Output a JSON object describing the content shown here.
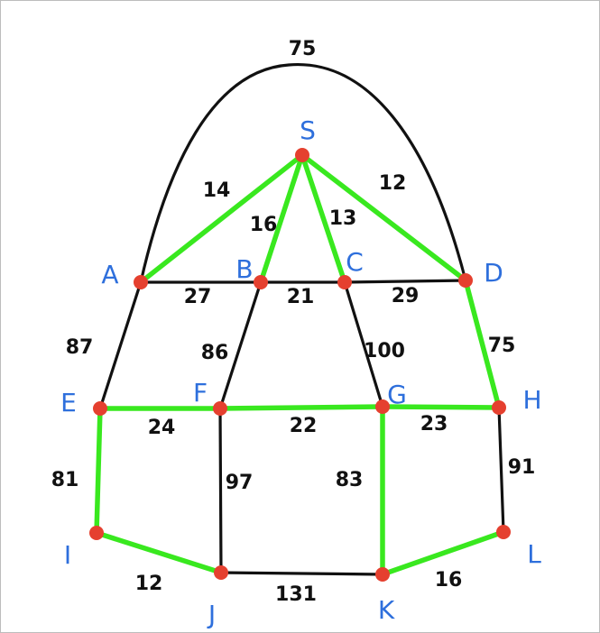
{
  "colors": {
    "edge": "#111111",
    "highlight": "#39e81f",
    "node": "#e5402f",
    "label": "#2e6fdc"
  },
  "nodes": [
    "S",
    "A",
    "B",
    "C",
    "D",
    "E",
    "F",
    "G",
    "H",
    "I",
    "J",
    "K",
    "L"
  ],
  "edges": [
    {
      "from": "A",
      "to": "D",
      "weight": "75",
      "highlighted": false
    },
    {
      "from": "S",
      "to": "A",
      "weight": "14",
      "highlighted": true
    },
    {
      "from": "S",
      "to": "B",
      "weight": "16",
      "highlighted": true
    },
    {
      "from": "S",
      "to": "C",
      "weight": "13",
      "highlighted": true
    },
    {
      "from": "S",
      "to": "D",
      "weight": "12",
      "highlighted": true
    },
    {
      "from": "A",
      "to": "B",
      "weight": "27",
      "highlighted": false
    },
    {
      "from": "B",
      "to": "C",
      "weight": "21",
      "highlighted": false
    },
    {
      "from": "C",
      "to": "D",
      "weight": "29",
      "highlighted": false
    },
    {
      "from": "A",
      "to": "E",
      "weight": "87",
      "highlighted": false
    },
    {
      "from": "B",
      "to": "F",
      "weight": "86",
      "highlighted": false
    },
    {
      "from": "C",
      "to": "G",
      "weight": "100",
      "highlighted": false
    },
    {
      "from": "D",
      "to": "H",
      "weight": "75",
      "highlighted": true
    },
    {
      "from": "E",
      "to": "F",
      "weight": "24",
      "highlighted": true
    },
    {
      "from": "F",
      "to": "G",
      "weight": "22",
      "highlighted": true
    },
    {
      "from": "G",
      "to": "H",
      "weight": "23",
      "highlighted": true
    },
    {
      "from": "E",
      "to": "I",
      "weight": "81",
      "highlighted": true
    },
    {
      "from": "F",
      "to": "J",
      "weight": "97",
      "highlighted": false
    },
    {
      "from": "G",
      "to": "K",
      "weight": "83",
      "highlighted": true
    },
    {
      "from": "H",
      "to": "L",
      "weight": "91",
      "highlighted": false
    },
    {
      "from": "I",
      "to": "J",
      "weight": "12",
      "highlighted": true
    },
    {
      "from": "J",
      "to": "K",
      "weight": "131",
      "highlighted": false
    },
    {
      "from": "K",
      "to": "L",
      "weight": "16",
      "highlighted": true
    }
  ]
}
